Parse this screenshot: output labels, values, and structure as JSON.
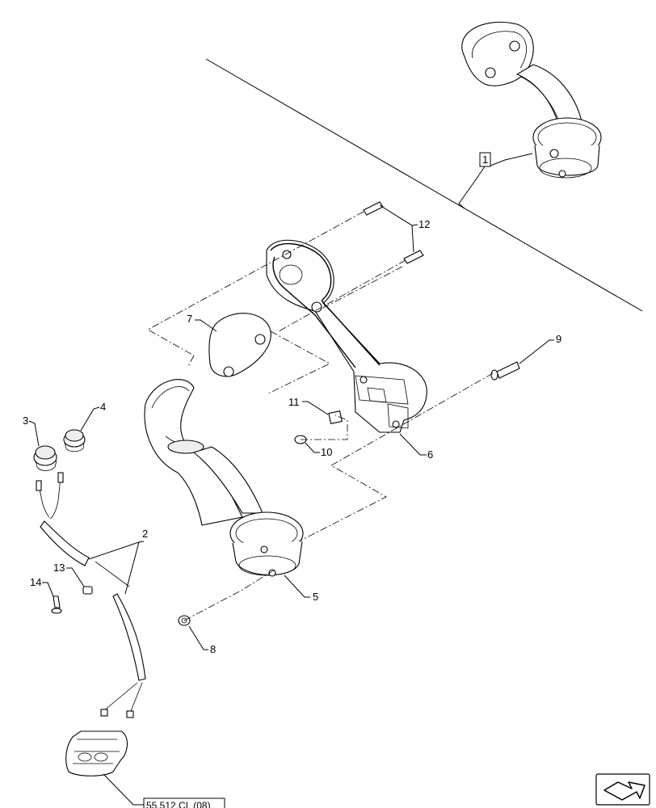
{
  "callouts": {
    "c1": "1",
    "c2": "2",
    "c3": "3",
    "c4": "4",
    "c5": "5",
    "c6": "6",
    "c7": "7",
    "c8": "8",
    "c9": "9",
    "c10": "10",
    "c11": "11",
    "c12": "12",
    "c13": "13",
    "c14": "14"
  },
  "reference": {
    "label": "55.512.CL (08)"
  },
  "nav": {
    "icon": "next-page-arrow-icon"
  }
}
